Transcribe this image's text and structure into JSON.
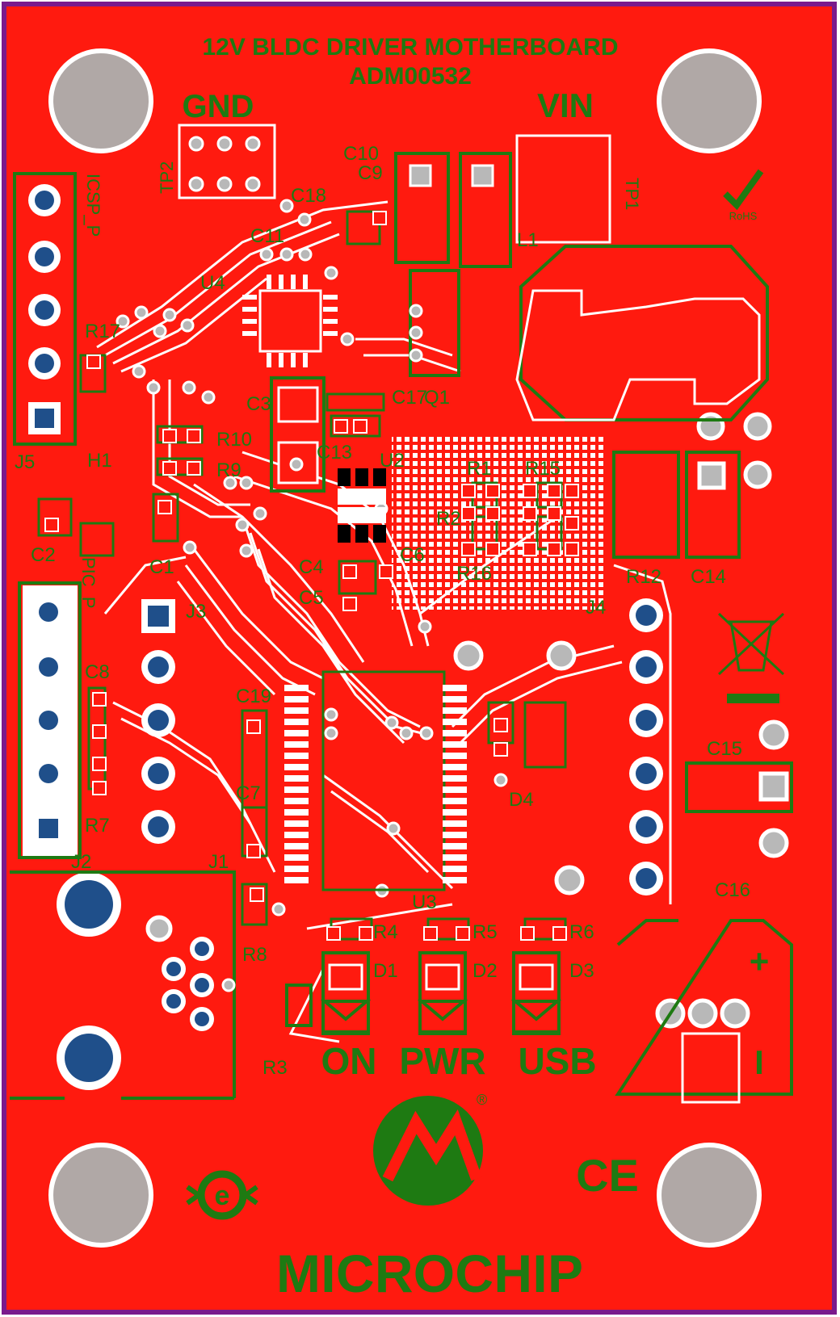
{
  "board": {
    "title_line1": "12V BLDC DRIVER MOTHERBOARD",
    "title_line2": "ADM00532",
    "colors": {
      "board": "#ff1a0f",
      "outline": "#7a1a8c",
      "silkscreen": "#1e7a12",
      "pad": "#ffffff",
      "via": "#b8b8b8",
      "hole": "#1f4f8a",
      "mount": "#b0a8a6"
    }
  },
  "labels": {
    "gnd": "GND",
    "vin": "VIN",
    "tp2": "TP2",
    "tp1": "TP1",
    "rohs": "RoHS",
    "c10": "C10",
    "c9": "C9",
    "c18": "C18",
    "c11": "C11",
    "l1": "L1",
    "u4": "U4",
    "q1": "Q1",
    "c17": "C17",
    "c3": "C3",
    "r17": "R17",
    "j5": "J5",
    "icsp_top": "ICSP_P",
    "r10": "R10",
    "r9": "R9",
    "c13": "C13",
    "u2": "U2",
    "r1": "R1",
    "r15": "R15",
    "r2": "R2",
    "r16": "R16",
    "c6": "C6",
    "h1": "H1",
    "c2": "C2",
    "c1": "C1",
    "c4": "C4",
    "c5": "C5",
    "r12": "R12",
    "c14": "C14",
    "j3": "J3",
    "j4": "J4",
    "icsp_bottom": "PIC_P",
    "c8": "C8",
    "c19": "C19",
    "c7": "C7",
    "r7": "R7",
    "j1": "J1",
    "j2": "J2",
    "c15": "C15",
    "d4": "D4",
    "c16": "C16",
    "u3": "U3",
    "r4": "R4",
    "r5": "R5",
    "r6": "R6",
    "d1": "D1",
    "d2": "D2",
    "d3": "D3",
    "r8": "R8",
    "r3": "R3",
    "on": "ON",
    "pwr": "PWR",
    "usb": "USB",
    "plus": "+",
    "minus": "I",
    "ce": "CE",
    "brand": "MICROCHIP",
    "registered": "®"
  },
  "icons": {
    "rohs_check": "check-icon",
    "weee": "crossed-bin-icon",
    "ce_mark": "ce-mark-icon",
    "china_rohs": "e-recycle-icon",
    "logo": "microchip-logo-icon"
  }
}
